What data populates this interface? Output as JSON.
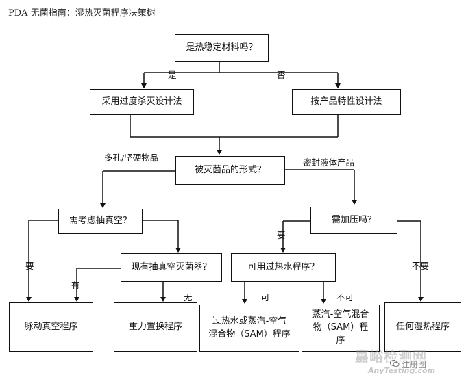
{
  "title": "PDA 无菌指南：湿热灭菌程序决策树",
  "nodes": {
    "heat_stable": "是热稳定材料吗？",
    "overkill": "采用过度杀灭设计法",
    "product_specific": "按产品特性设计法",
    "load_form": "被灭菌品的形式？",
    "need_vacuum": "需考虑抽真空？",
    "need_pressure": "需加压吗？",
    "has_vacuum_sterilizer": "现有抽真空灭菌器？",
    "superheated_water": "可用过热水程序？",
    "pulse_vacuum": "脉动真空程序",
    "gravity": "重力置换程序",
    "superheated_or_sam": "过热水或蒸汽-空气混合物（SAM）程序",
    "sam": "蒸汽-空气混合物（SAM）程序",
    "any_moist_heat": "任何湿热程序"
  },
  "edge_labels": {
    "yes_1": "是",
    "no_1": "否",
    "porous": "多孔/坚硬物品",
    "sealed": "密封液体产品",
    "yes_vacuum": "要",
    "yes_pressure": "要",
    "no_pressure": "不要",
    "has": "有",
    "none": "无",
    "can": "可",
    "cannot": "不可"
  },
  "watermark": {
    "brand_cn": "嘉峪检测网",
    "brand_en": "AnyTesting.com",
    "account": "注册圈"
  }
}
